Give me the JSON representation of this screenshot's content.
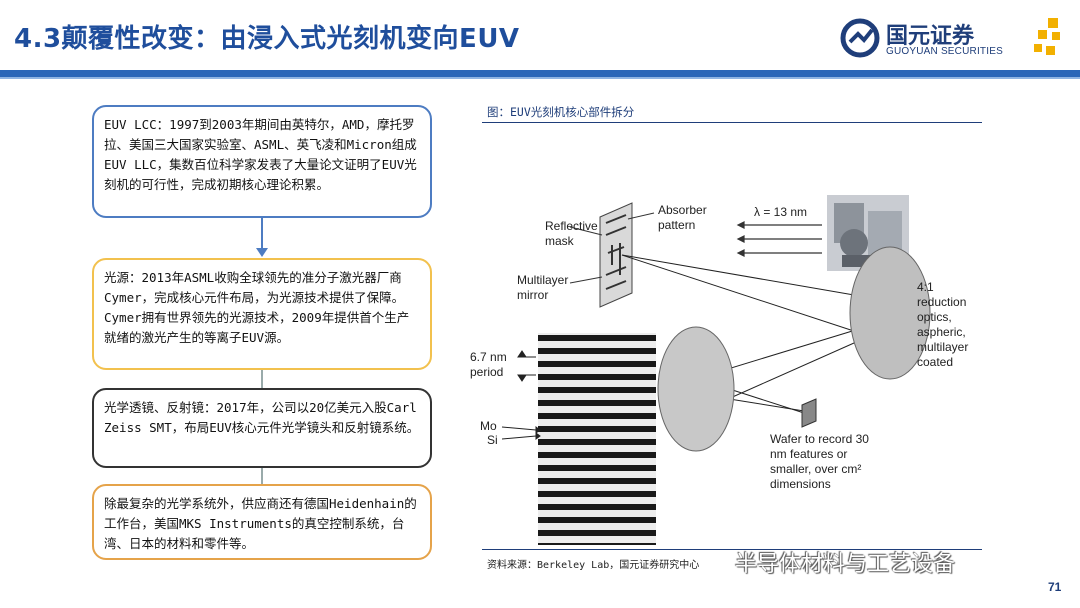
{
  "header": {
    "title": "4.3颠覆性改变：由浸入式光刻机变向EUV",
    "logo_cn": "国元证券",
    "logo_en": "GUOYUAN SECURITIES"
  },
  "boxes": [
    {
      "text": "EUV LCC：1997到2003年期间由英特尔，AMD，摩托罗拉、美国三大国家实验室、ASML、英飞凌和Micron组成EUV LLC，集数百位科学家发表了大量论文证明了EUV光刻机的可行性，完成初期核心理论积累。"
    },
    {
      "text": "光源：2013年ASML收购全球领先的准分子激光器厂商Cymer，完成核心元件布局，为光源技术提供了保障。Cymer拥有世界领先的光源技术，2009年提供首个生产就绪的激光产生的等离子EUV源。"
    },
    {
      "text": "光学透镜、反射镜：2017年，公司以20亿美元入股Carl Zeiss SMT，布局EUV核心元件光学镜头和反射镜系统。"
    },
    {
      "text": "除最复杂的光学系统外，供应商还有德国Heidenhain的工作台，美国MKS Instruments的真空控制系统，台湾、日本的材料和零件等。"
    }
  ],
  "figure": {
    "caption": "图：EUV光刻机核心部件拆分",
    "source": "资料来源：Berkeley Lab，国元证券研究中心",
    "labels": {
      "reflective_mask": "Reflective mask",
      "absorber": "Absorber pattern",
      "wavelength": "λ = 13 nm",
      "multilayer": "Multilayer mirror",
      "reduction": "4:1 reduction optics, aspheric, multilayer coated",
      "period": "6.7 nm period",
      "mo": "Mo",
      "si": "Si",
      "wafer": "Wafer to record 30 nm features or smaller, over cm² dimensions"
    }
  },
  "footer": {
    "watermark": "半导体材料与工艺设备",
    "page": "71"
  }
}
